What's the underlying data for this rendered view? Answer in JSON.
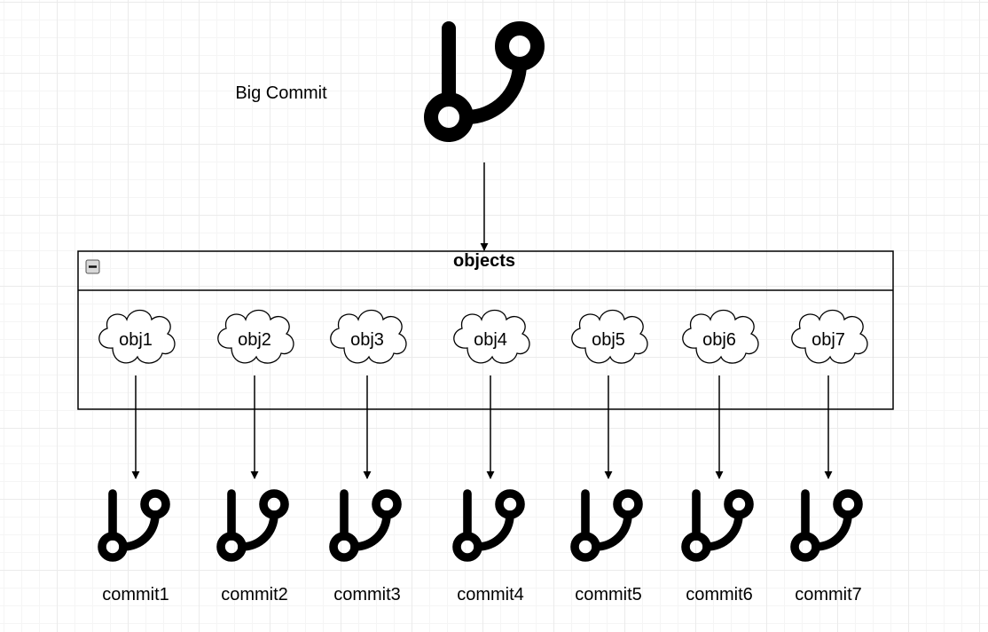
{
  "big_commit": {
    "label": "Big Commit",
    "icon": "git-branch-icon"
  },
  "container": {
    "title": "objects",
    "collapse_icon": "minus-square-icon"
  },
  "objects": [
    {
      "label": "obj1",
      "icon": "cloud-shape"
    },
    {
      "label": "obj2",
      "icon": "cloud-shape"
    },
    {
      "label": "obj3",
      "icon": "cloud-shape"
    },
    {
      "label": "obj4",
      "icon": "cloud-shape"
    },
    {
      "label": "obj5",
      "icon": "cloud-shape"
    },
    {
      "label": "obj6",
      "icon": "cloud-shape"
    },
    {
      "label": "obj7",
      "icon": "cloud-shape"
    }
  ],
  "commits": [
    {
      "label": "commit1",
      "icon": "git-branch-icon"
    },
    {
      "label": "commit2",
      "icon": "git-branch-icon"
    },
    {
      "label": "commit3",
      "icon": "git-branch-icon"
    },
    {
      "label": "commit4",
      "icon": "git-branch-icon"
    },
    {
      "label": "commit5",
      "icon": "git-branch-icon"
    },
    {
      "label": "commit6",
      "icon": "git-branch-icon"
    },
    {
      "label": "commit7",
      "icon": "git-branch-icon"
    }
  ],
  "colors": {
    "stroke": "#000000",
    "background": "#ffffff",
    "grid": "#ebebeb"
  }
}
